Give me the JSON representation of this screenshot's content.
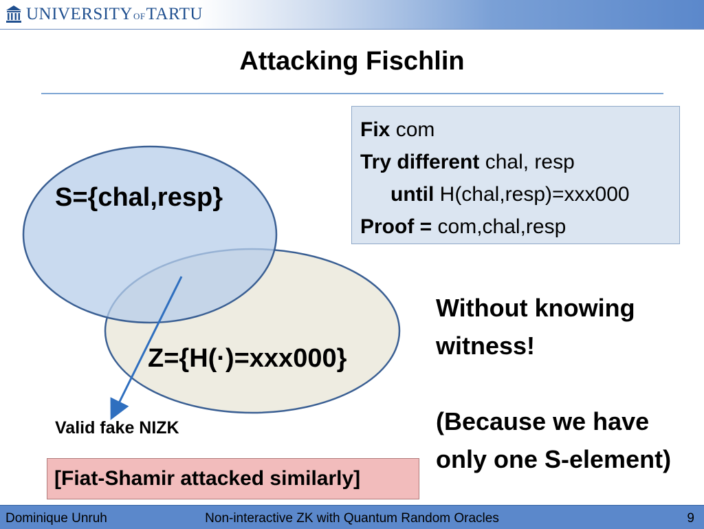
{
  "header": {
    "logo_text_part1": "UNIVERSITY",
    "logo_text_of": "OF",
    "logo_text_part2": "TARTU",
    "logo_icon": "university-building-icon",
    "brand_color": "#1f4f8f"
  },
  "slide": {
    "title": "Attacking Fischlin"
  },
  "venn": {
    "set_s_label": "S={chal,resp}",
    "set_z_label": "Z={H(·)=xxx000}",
    "arrow_label": "Valid fake NIZK",
    "set_s_color": "#c6d9f1",
    "set_z_color": "#eeece1",
    "arrow_color": "#2f6fbf"
  },
  "algorithm_box": {
    "line1_bold": "Fix",
    "line1_rest": " com",
    "line2_bold": "Try different",
    "line2_rest": " chal, resp",
    "line3_bold": "until",
    "line3_rest": " H(chal,resp)=xxx000",
    "line4_bold": "Proof =",
    "line4_rest": " com,chal,resp",
    "background_color": "#dbe5f1"
  },
  "remarks": {
    "line1": "Without knowing",
    "line2": "witness!",
    "line3": "(Because we have",
    "line4": "only one S-element)"
  },
  "note_box": {
    "text": "[Fiat-Shamir attacked similarly]",
    "background_color": "#f2bcbc"
  },
  "footer": {
    "author": "Dominique Unruh",
    "talk_title": "Non-interactive ZK with Quantum Random Oracles",
    "page_number": "9",
    "background_color": "#5b88cb"
  }
}
